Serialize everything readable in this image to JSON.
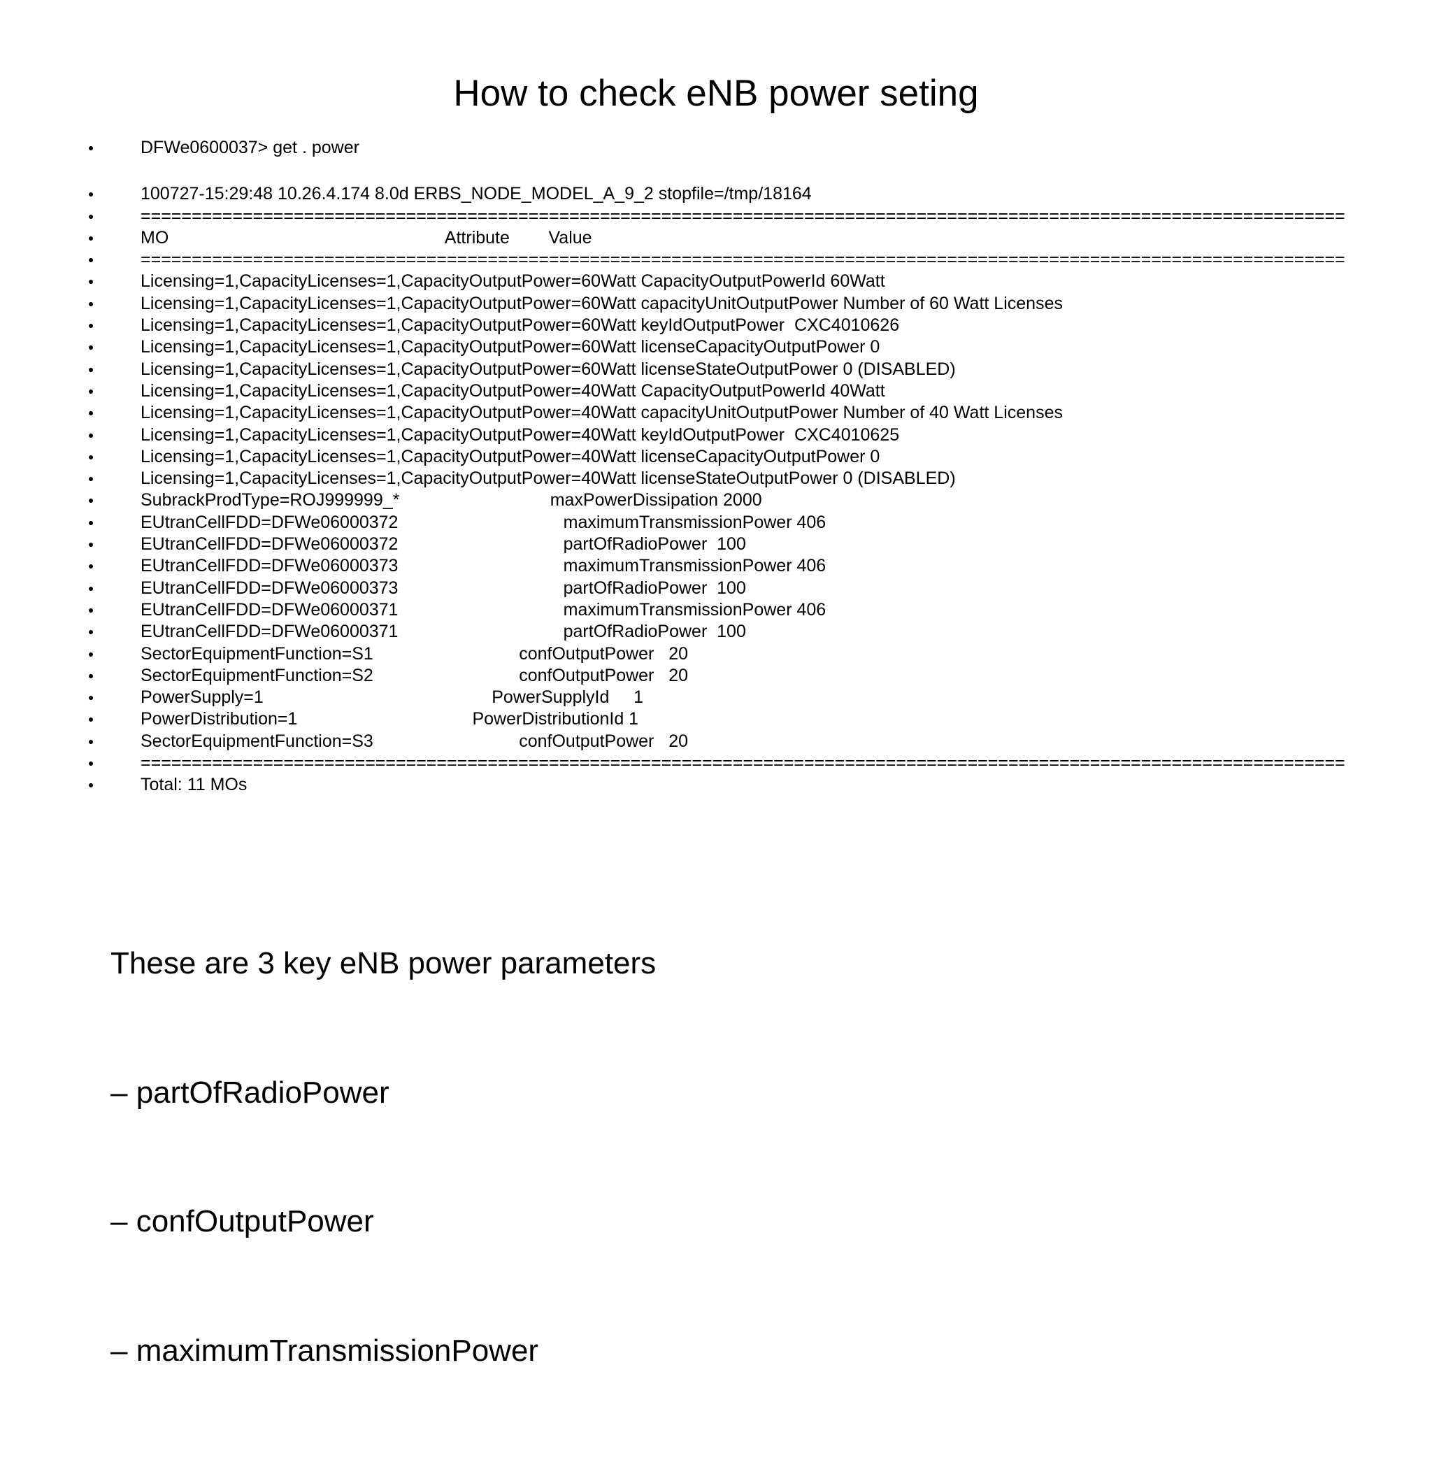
{
  "slide": {
    "title": "How to check eNB power seting",
    "terminal": {
      "lines": [
        "DFWe0600037> get . power",
        "100727-15:29:48 10.26.4.174 8.0d ERBS_NODE_MODEL_A_9_2 stopfile=/tmp/18164",
        "======================================================================================================================",
        "MO                                                         Attribute        Value",
        "======================================================================================================================",
        "Licensing=1,CapacityLicenses=1,CapacityOutputPower=60Watt CapacityOutputPowerId 60Watt",
        "Licensing=1,CapacityLicenses=1,CapacityOutputPower=60Watt capacityUnitOutputPower Number of 60 Watt Licenses",
        "Licensing=1,CapacityLicenses=1,CapacityOutputPower=60Watt keyIdOutputPower  CXC4010626",
        "Licensing=1,CapacityLicenses=1,CapacityOutputPower=60Watt licenseCapacityOutputPower 0",
        "Licensing=1,CapacityLicenses=1,CapacityOutputPower=60Watt licenseStateOutputPower 0 (DISABLED)",
        "Licensing=1,CapacityLicenses=1,CapacityOutputPower=40Watt CapacityOutputPowerId 40Watt",
        "Licensing=1,CapacityLicenses=1,CapacityOutputPower=40Watt capacityUnitOutputPower Number of 40 Watt Licenses",
        "Licensing=1,CapacityLicenses=1,CapacityOutputPower=40Watt keyIdOutputPower  CXC4010625",
        "Licensing=1,CapacityLicenses=1,CapacityOutputPower=40Watt licenseCapacityOutputPower 0",
        "Licensing=1,CapacityLicenses=1,CapacityOutputPower=40Watt licenseStateOutputPower 0 (DISABLED)",
        "SubrackProdType=ROJ999999_*                               maxPowerDissipation 2000",
        "EUtranCellFDD=DFWe06000372                                  maximumTransmissionPower 406",
        "EUtranCellFDD=DFWe06000372                                  partOfRadioPower  100",
        "EUtranCellFDD=DFWe06000373                                  maximumTransmissionPower 406",
        "EUtranCellFDD=DFWe06000373                                  partOfRadioPower  100",
        "EUtranCellFDD=DFWe06000371                                  maximumTransmissionPower 406",
        "EUtranCellFDD=DFWe06000371                                  partOfRadioPower  100",
        "SectorEquipmentFunction=S1                              confOutputPower   20",
        "SectorEquipmentFunction=S2                              confOutputPower   20",
        "PowerSupply=1                                               PowerSupplyId     1",
        "PowerDistribution=1                                    PowerDistributionId 1",
        "SectorEquipmentFunction=S3                              confOutputPower   20",
        "======================================================================================================================",
        "Total: 11 MOs"
      ]
    },
    "summary": {
      "heading": "These are 3 key eNB power parameters",
      "items": [
        "– partOfRadioPower",
        "– confOutputPower",
        "– maximumTransmissionPower"
      ]
    }
  }
}
